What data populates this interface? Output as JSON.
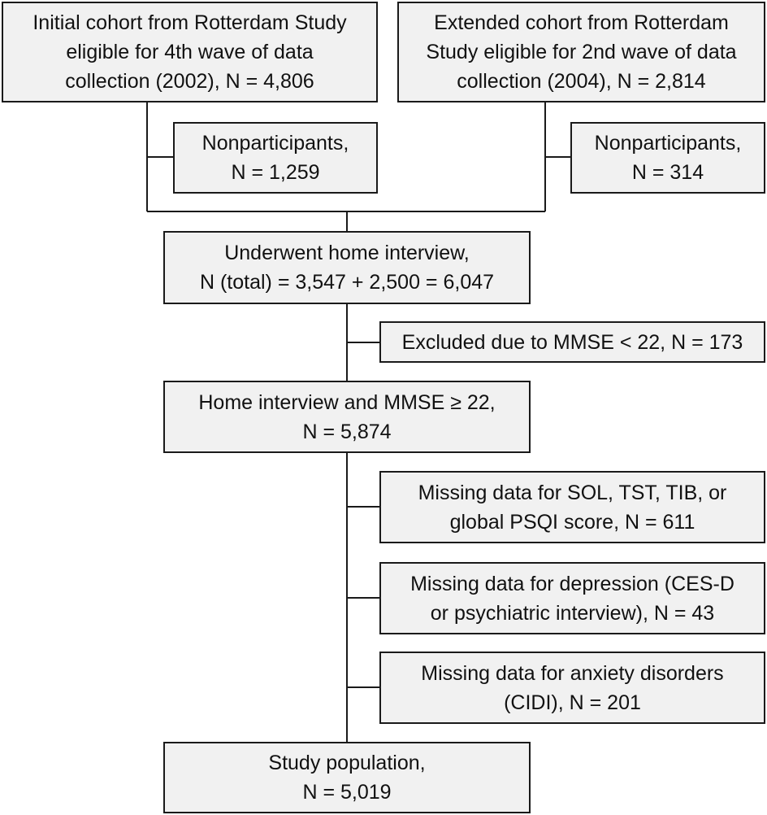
{
  "boxes": {
    "initial_cohort": {
      "lines": [
        "Initial cohort from Rotterdam Study",
        "eligible for 4th wave of data",
        "collection (2002), N = 4,806"
      ]
    },
    "extended_cohort": {
      "lines": [
        "Extended cohort from Rotterdam",
        "Study eligible for 2nd wave of data",
        "collection (2004), N = 2,814"
      ]
    },
    "nonparticipants_initial": {
      "lines": [
        "Nonparticipants,",
        "N = 1,259"
      ]
    },
    "nonparticipants_extended": {
      "lines": [
        "Nonparticipants,",
        "N = 314"
      ]
    },
    "home_interview": {
      "lines": [
        "Underwent home interview,",
        "N (total) = 3,547 + 2,500 = 6,047"
      ]
    },
    "excluded_mmse": {
      "lines": [
        "Excluded due to MMSE < 22, N = 173"
      ]
    },
    "home_interview_mmse": {
      "lines": [
        "Home interview and MMSE ≥ 22,",
        "N = 5,874"
      ]
    },
    "missing_sleep": {
      "lines": [
        "Missing data for SOL, TST, TIB, or",
        "global PSQI score, N = 611"
      ]
    },
    "missing_depression": {
      "lines": [
        "Missing data for depression (CES-D",
        "or psychiatric interview), N = 43"
      ]
    },
    "missing_anxiety": {
      "lines": [
        "Missing data for anxiety disorders",
        "(CIDI), N = 201"
      ]
    },
    "study_population": {
      "lines": [
        "Study population,",
        "N = 5,019"
      ]
    }
  }
}
